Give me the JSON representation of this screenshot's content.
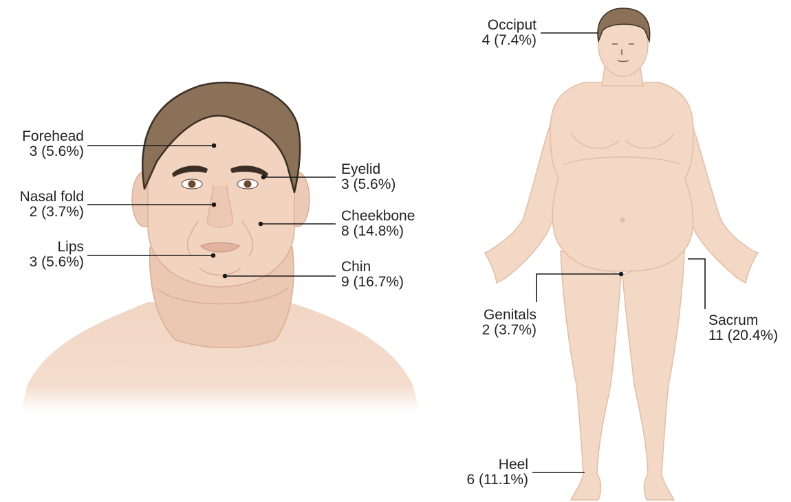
{
  "face_labels": {
    "forehead": {
      "name": "Forehead",
      "count": "3 (5.6%)"
    },
    "nasal_fold": {
      "name": "Nasal fold",
      "count": "2 (3.7%)"
    },
    "lips": {
      "name": "Lips",
      "count": "3 (5.6%)"
    },
    "eyelid": {
      "name": "Eyelid",
      "count": "3 (5.6%)"
    },
    "cheekbone": {
      "name": "Cheekbone",
      "count": "8 (14.8%)"
    },
    "chin": {
      "name": "Chin",
      "count": "9 (16.7%)"
    }
  },
  "body_labels": {
    "occiput": {
      "name": "Occiput",
      "count": "4 (7.4%)"
    },
    "genitals": {
      "name": "Genitals",
      "count": "2 (3.7%)"
    },
    "sacrum": {
      "name": "Sacrum",
      "count": "11 (20.4%)"
    },
    "heel": {
      "name": "Heel",
      "count": "6 (11.1%)"
    }
  },
  "colors": {
    "skin": "#f3d8c6",
    "skin_shadow": "#e8c4ae",
    "hair": "#8a7158",
    "hair_outline": "#3b2f25",
    "leader_line": "#1a1a1a"
  }
}
